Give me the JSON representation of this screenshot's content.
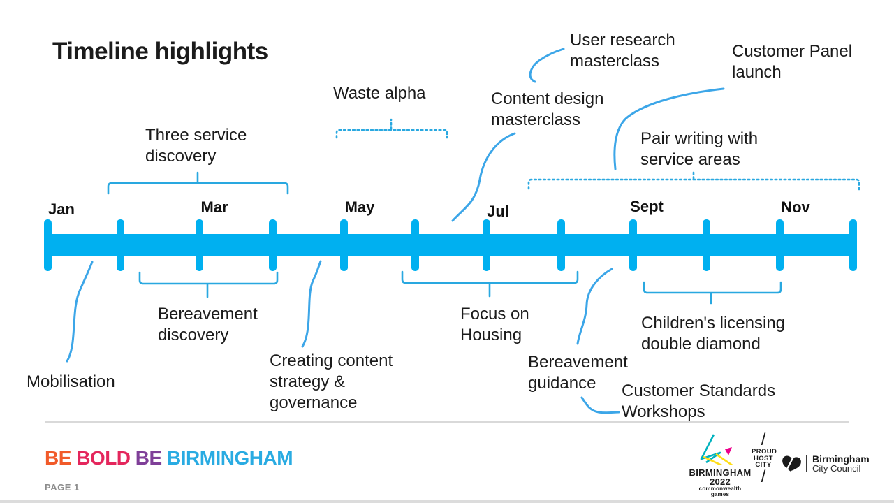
{
  "slide": {
    "title": "Timeline highlights"
  },
  "palette": {
    "timeline_bar": "#00B0F0",
    "annotation_line": "#3CA6E8",
    "bracket": "#29A8E0",
    "divider": "#D9D9D9",
    "text": "#1B1B1B",
    "page_label": "#8C8C8C"
  },
  "timeline": {
    "months": [
      "Jan",
      "Mar",
      "May",
      "Jul",
      "Sept",
      "Nov"
    ]
  },
  "annotations": {
    "three_service": "Three service\ndiscovery",
    "waste_alpha": "Waste alpha",
    "user_research": "User research\nmasterclass",
    "customer_panel": "Customer Panel\nlaunch",
    "content_design": "Content design\nmasterclass",
    "pair_writing": "Pair writing with\nservice areas",
    "mobilisation": "Mobilisation",
    "bereavement_discovery": "Bereavement\ndiscovery",
    "creating_content": "Creating content\nstrategy &\ngovernance",
    "focus_housing": "Focus on\nHousing",
    "bereavement_guidance": "Bereavement\nguidance",
    "childrens_licensing": "Children's licensing\ndouble diamond",
    "customer_standards": "Customer Standards\nWorkshops"
  },
  "footer": {
    "tagline": [
      {
        "text": "BE ",
        "color": "#F15A29"
      },
      {
        "text": "BOLD ",
        "color": "#E4265C"
      },
      {
        "text": "BE ",
        "color": "#7F3F98"
      },
      {
        "text": "BIRMINGHAM",
        "color": "#29ABE2"
      }
    ],
    "page_label": "PAGE 1",
    "logos": {
      "b2022": {
        "name1": "BIRMINGHAM",
        "name2": "2022",
        "sub1": "commonwealth",
        "sub2": "games"
      },
      "host_city": {
        "slash_top": "/",
        "line1": "PROUD",
        "line2": "HOST",
        "line3": "CITY",
        "slash_bottom": "/"
      },
      "council": {
        "line1": "Birmingham",
        "line2": "City Council"
      }
    }
  }
}
